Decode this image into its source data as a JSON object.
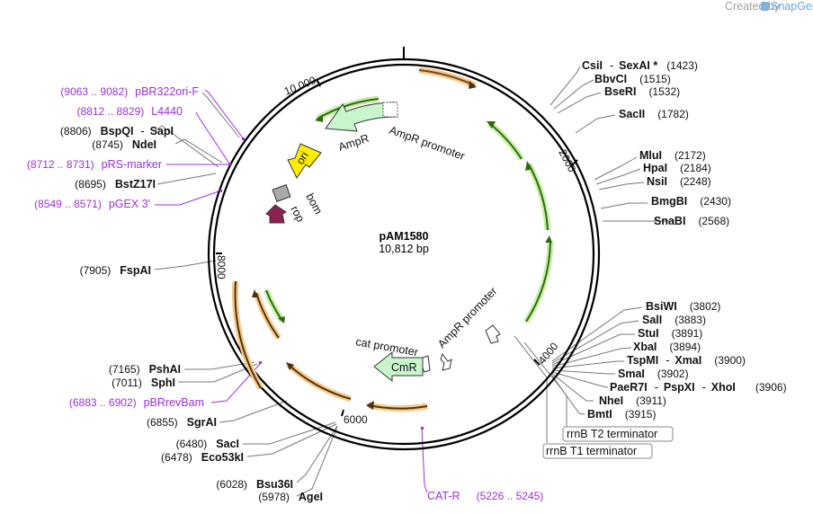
{
  "watermark": {
    "prefix": "Created by",
    "brand": "SnapGene"
  },
  "plasmid": {
    "name": "pAM1580",
    "length_label": "10,812 bp"
  },
  "ticks": [
    "10,000",
    "2000",
    "4000",
    "6000",
    "8000"
  ],
  "colors": {
    "primer": "#9b30d9",
    "orange_feature": "#f5a742",
    "green_feature": "#5cb82b",
    "ampr_fill": "#c8f5cc",
    "ori_fill": "#ffee00",
    "rop_fill": "#8b2252",
    "bom_fill": "#a9a9a9"
  },
  "features": {
    "ampr": "AmpR",
    "ampr_promoter_1": "AmpR promoter",
    "ori": "ori",
    "rop": "rop",
    "bom": "bom",
    "ampr_promoter_2": "AmpR promoter",
    "cat_promoter": "cat promoter",
    "cmr": "CmR",
    "rrnb_t2": "rrnB T2 terminator",
    "rrnb_t1": "rrnB T1 terminator"
  },
  "right_sites": [
    {
      "name": "CsiI",
      "sep": "-",
      "name2": "SexAI *",
      "pos": "(1423)"
    },
    {
      "name": "BbvCI",
      "pos": "(1515)"
    },
    {
      "name": "BseRI",
      "pos": "(1532)"
    },
    {
      "name": "SacII",
      "pos": "(1782)"
    },
    {
      "name": "MluI",
      "pos": "(2172)"
    },
    {
      "name": "HpaI",
      "pos": "(2184)"
    },
    {
      "name": "NsiI",
      "pos": "(2248)"
    },
    {
      "name": "BmgBI",
      "pos": "(2430)"
    },
    {
      "name": "SnaBI",
      "pos": "(2568)"
    },
    {
      "name": "BsiWI",
      "pos": "(3802)"
    },
    {
      "name": "SalI",
      "pos": "(3883)"
    },
    {
      "name": "StuI",
      "pos": "(3891)"
    },
    {
      "name": "XbaI",
      "pos": "(3894)"
    },
    {
      "name": "TspMI",
      "sep": "-",
      "name2": "XmaI",
      "pos": "(3900)"
    },
    {
      "name": "SmaI",
      "pos": "(3902)"
    },
    {
      "name": "PaeR7I",
      "sep": "-",
      "name2": "PspXI",
      "sep2": "-",
      "name3": "XhoI",
      "pos": "(3906)"
    },
    {
      "name": "NheI",
      "pos": "(3911)"
    },
    {
      "name": "BmtI",
      "pos": "(3915)"
    }
  ],
  "left_sites": [
    {
      "pos": "(8806)",
      "name": "BspQI",
      "sep": "-",
      "name2": "SapI"
    },
    {
      "pos": "(8745)",
      "name": "NdeI"
    },
    {
      "pos": "(8695)",
      "name": "BstZ17I"
    },
    {
      "pos": "(7905)",
      "name": "FspAI"
    },
    {
      "pos": "(7165)",
      "name": "PshAI"
    },
    {
      "pos": "(7011)",
      "name": "SphI"
    },
    {
      "pos": "(6855)",
      "name": "SgrAI"
    },
    {
      "pos": "(6480)",
      "name": "SacI"
    },
    {
      "pos": "(6478)",
      "name": "Eco53kI"
    },
    {
      "pos": "(6028)",
      "name": "Bsu36I"
    },
    {
      "pos": "(5978)",
      "name": "AgeI"
    }
  ],
  "primers": [
    {
      "range": "(9063 .. 9082)",
      "name": "pBR322ori-F"
    },
    {
      "range": "(8812 .. 8829)",
      "name": "L4440"
    },
    {
      "range": "(8712 .. 8731)",
      "name": "pRS-marker"
    },
    {
      "range": "(8549 .. 8571)",
      "name": "pGEX 3'"
    },
    {
      "range": "(6883 .. 6902)",
      "name": "pBRrevBam"
    },
    {
      "name": "CAT-R",
      "range": "(5226 .. 5245)"
    }
  ]
}
